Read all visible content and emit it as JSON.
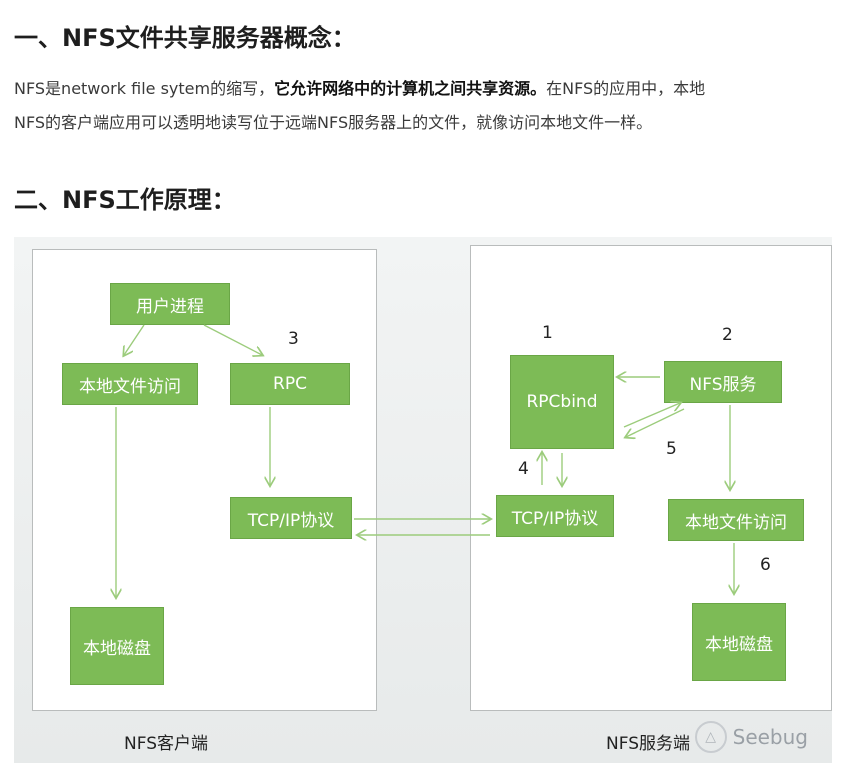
{
  "heading1": "一、NFS文件共享服务器概念：",
  "para": {
    "line1_a": "NFS是network file sytem的缩写，",
    "line1_bold": "它允许网络中的计算机之间共享资源。",
    "line1_b": "在NFS的应用中，本地",
    "line2": "NFS的客户端应用可以透明地读写位于远端NFS服务器上的文件，就像访问本地文件一样。"
  },
  "heading2": "二、NFS工作原理：",
  "diagram": {
    "client": {
      "caption": "NFS客户端",
      "user_process": "用户进程",
      "local_file_access": "本地文件访问",
      "rpc": "RPC",
      "tcpip": "TCP/IP协议",
      "local_disk": "本地磁盘"
    },
    "server": {
      "caption": "NFS服务端",
      "rpcbind": "RPCbind",
      "nfs_service": "NFS服务",
      "tcpip": "TCP/IP协议",
      "local_file_access": "本地文件访问",
      "local_disk": "本地磁盘"
    },
    "numbers": [
      "1",
      "2",
      "3",
      "4",
      "5",
      "6"
    ],
    "colors": {
      "box": "#7dbb56",
      "arrow": "#9ccc7c"
    }
  },
  "watermark": {
    "text": "Seebug",
    "icon": "seebug-logo-icon"
  }
}
